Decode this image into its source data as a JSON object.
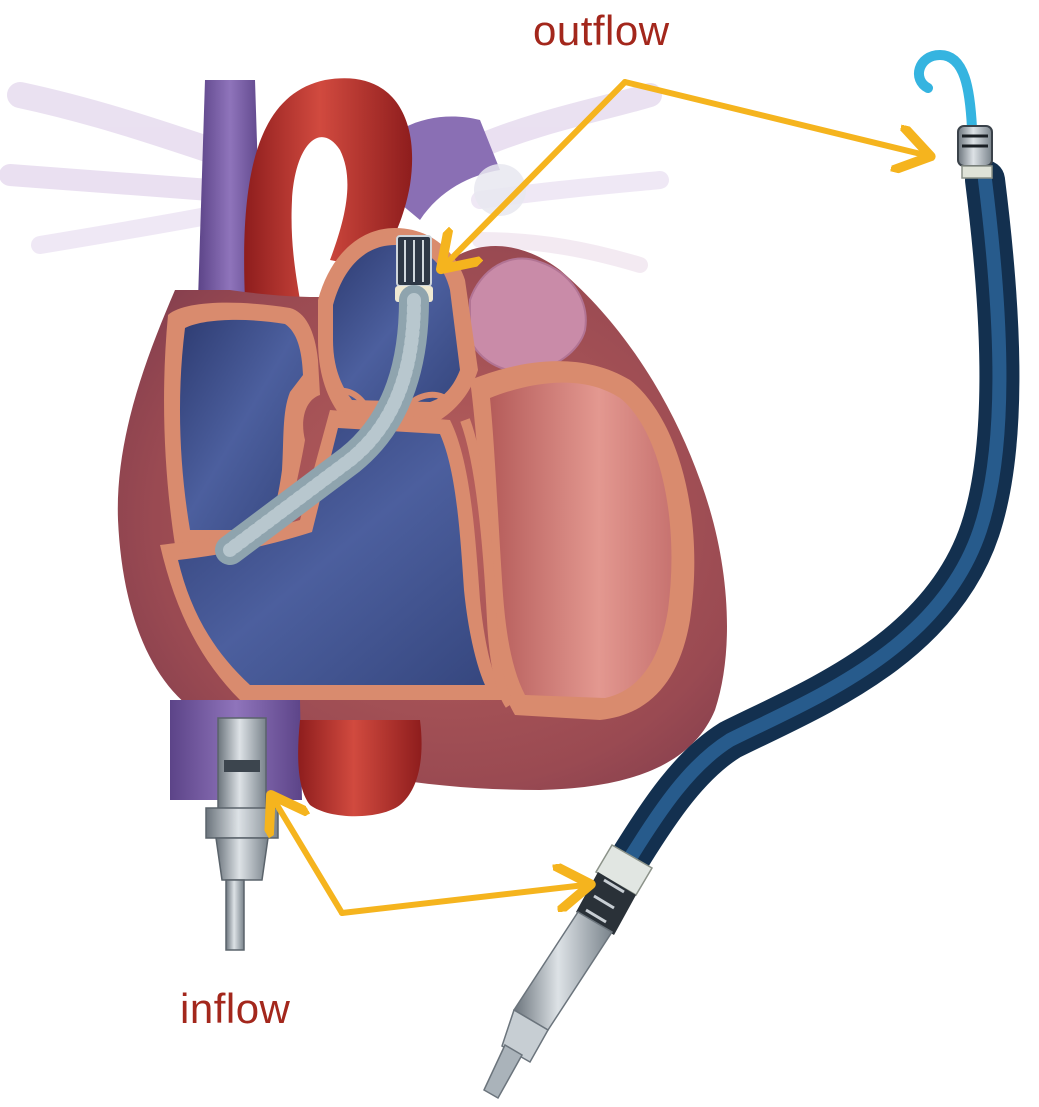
{
  "labels": {
    "outflow": "outflow",
    "inflow": "inflow"
  },
  "colors": {
    "label_text": "#a3271c",
    "arrow": "#f5b41e",
    "vein_purple": "#7c5ea6",
    "aorta_red": "#b5332e",
    "muscle_salmon": "#d98b6e",
    "chamber_blue": "#3d4f8c",
    "catheter_navy": "#1d3f6c",
    "pigtail_blue": "#35b4e0",
    "metal_gray": "#9aa4ad"
  },
  "icons": {
    "heart": "heart-cross-section",
    "pump": "catheter-pump"
  }
}
